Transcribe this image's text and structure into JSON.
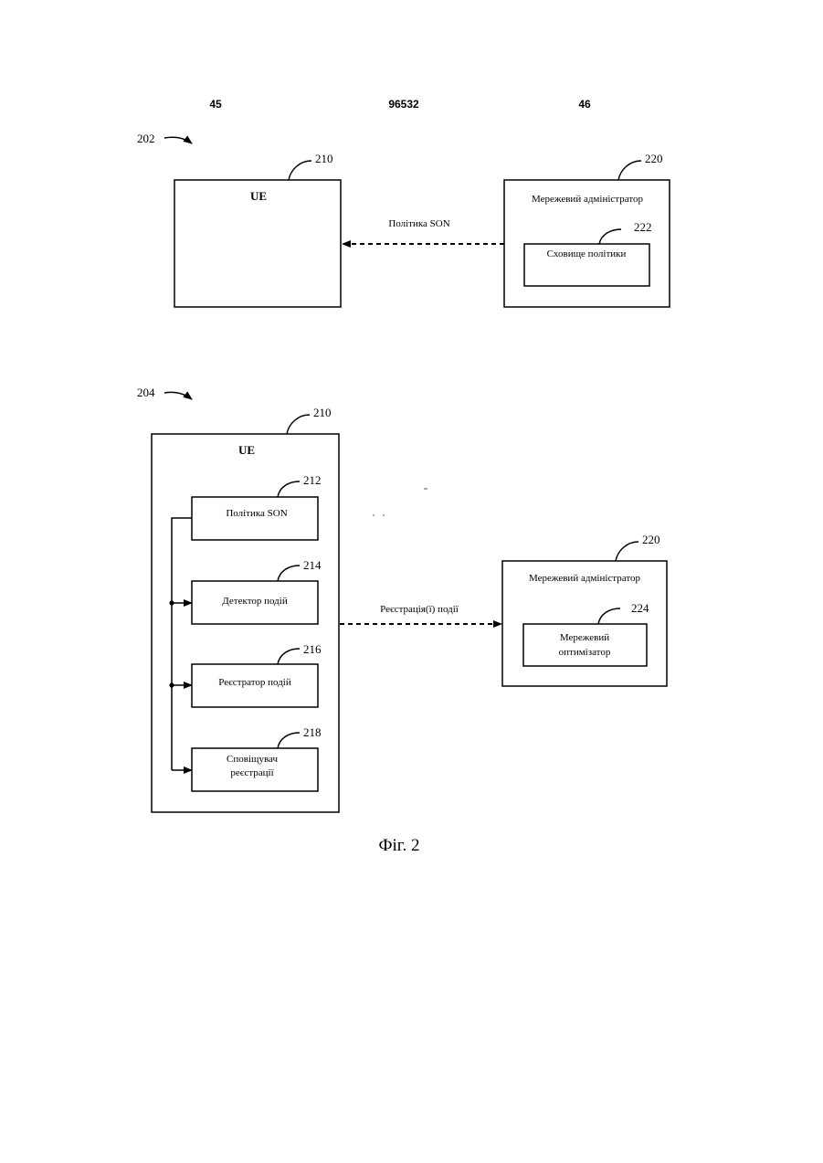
{
  "header": {
    "left": "45",
    "center": "96532",
    "right": "46"
  },
  "fig_a": {
    "id": "202",
    "ue": {
      "ref": "210",
      "title": "UE"
    },
    "manager": {
      "ref": "220",
      "title": "Мережевий адміністратор"
    },
    "store": {
      "ref": "222",
      "label": "Сховище політики"
    },
    "link_label": "Політика SON"
  },
  "fig_b": {
    "id": "204",
    "ue": {
      "ref": "210",
      "title": "UE"
    },
    "policy": {
      "ref": "212",
      "label": "Політика SON"
    },
    "detector": {
      "ref": "214",
      "label": "Детектор подій"
    },
    "logger": {
      "ref": "216",
      "label": "Реєстратор подій"
    },
    "notifier": {
      "ref": "218",
      "line1": "Сповіщувач",
      "line2": "реєстрації"
    },
    "manager": {
      "ref": "220",
      "title": "Мережевий адміністратор"
    },
    "optimizer": {
      "ref": "224",
      "line1": "Мережевий",
      "line2": "оптимізатор"
    },
    "link_label": "Реєстрація(ї) події"
  },
  "caption": "Фіг. 2"
}
